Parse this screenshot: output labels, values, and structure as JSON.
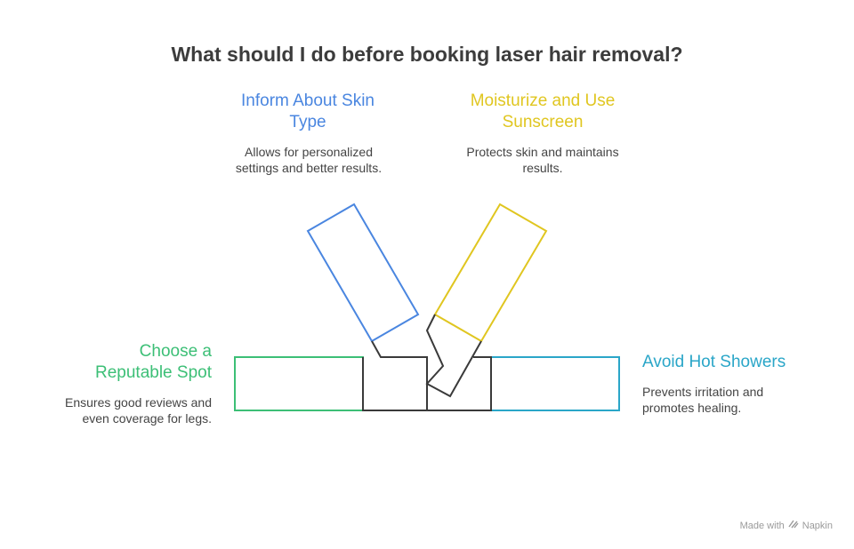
{
  "title": "What should I do before booking laser hair removal?",
  "colors": {
    "blue": "#4a86e0",
    "yellow": "#e0c620",
    "green": "#3cbf76",
    "teal": "#2aa6c8",
    "dark": "#3a3a3a"
  },
  "items": [
    {
      "heading": "Inform About Skin Type",
      "description": "Allows for personalized settings and better results.",
      "color": "#4a86e0"
    },
    {
      "heading": "Moisturize and Use Sunscreen",
      "description": "Protects skin and maintains results.",
      "color": "#e0c620"
    },
    {
      "heading": "Choose a Reputable Spot",
      "description": "Ensures good reviews and even coverage for legs.",
      "color": "#3cbf76"
    },
    {
      "heading": "Avoid Hot Showers",
      "description": "Prevents irritation and promotes healing.",
      "color": "#2aa6c8"
    }
  ],
  "footer": {
    "made_with": "Made with",
    "brand": "Napkin",
    "icon": "napkin-logo-icon"
  }
}
